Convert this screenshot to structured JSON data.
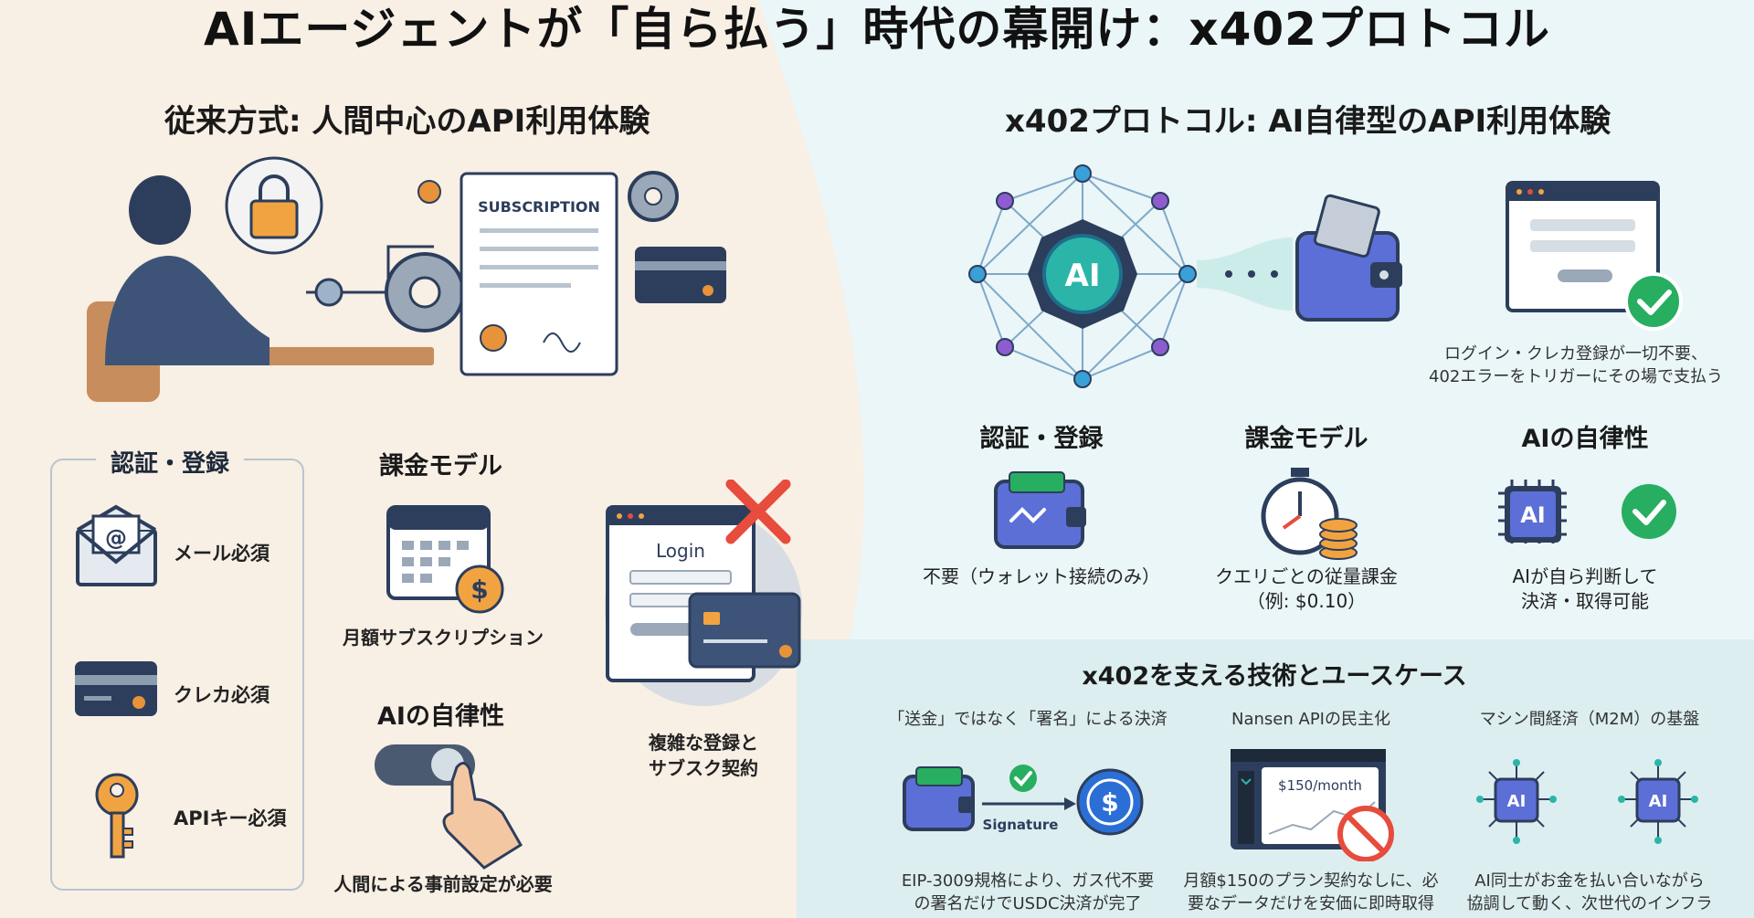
{
  "title": "AIエージェントが「自ら払う」時代の幕開け：x402プロトコル",
  "left": {
    "heading": "従来方式: 人間中心のAPI利用体験",
    "subscription_doc": "SUBSCRIPTION",
    "auth": {
      "title": "認証・登録",
      "items": [
        {
          "label": "メール必須",
          "icon": "mail-icon"
        },
        {
          "label": "クレカ必須",
          "icon": "credit-card-icon"
        },
        {
          "label": "APIキー必須",
          "icon": "key-icon"
        }
      ]
    },
    "billing": {
      "title": "課金モデル",
      "caption": "月額サブスクリプション"
    },
    "autonomy": {
      "title": "AIの自律性",
      "caption": "人間による事前設定が必要"
    },
    "login": {
      "label": "Login",
      "caption_line1": "複雑な登録と",
      "caption_line2": "サブスク契約"
    }
  },
  "right": {
    "heading": "x402プロトコル: AI自律型のAPI利用体験",
    "ai_label": "AI",
    "top_caption_line1": "ログイン・クレカ登録が一切不要、",
    "top_caption_line2": "402エラーをトリガーにその場で支払う",
    "cols": [
      {
        "title": "認証・登録",
        "caption_line1": "不要（ウォレット接続のみ）",
        "caption_line2": ""
      },
      {
        "title": "課金モデル",
        "caption_line1": "クエリごとの従量課金",
        "caption_line2": "（例: $0.10）"
      },
      {
        "title": "AIの自律性",
        "caption_line1": "AIが自ら判断して",
        "caption_line2": "決済・取得可能"
      }
    ],
    "chip_label": "AI"
  },
  "bottom": {
    "heading": "x402を支える技術とユースケース",
    "cases": [
      {
        "title": "「送金」ではなく「署名」による決済",
        "line1": "EIP-3009規格により、ガス代不要",
        "line2": "の署名だけでUSDC決済が完了",
        "tag": "Signature"
      },
      {
        "title": "Nansen APIの民主化",
        "line1": "月額$150のプラン契約なしに、必",
        "line2": "要なデータだけを安価に即時取得",
        "tag": "$150/month"
      },
      {
        "title": "マシン間経済（M2M）の基盤",
        "line1": "AI同士がお金を払い合いながら",
        "line2": "協調して動く、次世代のインフラ",
        "tag": "AI"
      }
    ]
  },
  "colors": {
    "left_bg": "#f8efe5",
    "right_bg": "#eaf6f8",
    "navy": "#2c3e5c",
    "orange": "#e8923a",
    "green": "#27ae60",
    "red": "#e74c3c",
    "teal": "#2bb5a8"
  }
}
